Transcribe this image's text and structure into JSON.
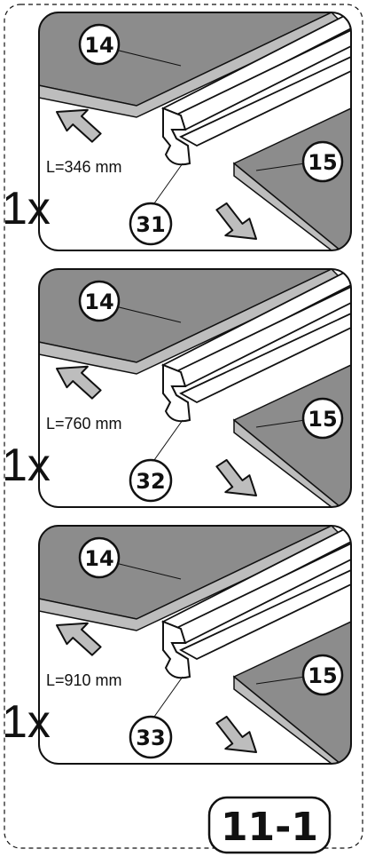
{
  "step": "11-1",
  "panels": [
    {
      "quantity": "1x",
      "length": "L=346 mm",
      "board_a": "14",
      "board_b": "15",
      "profile_part": "31"
    },
    {
      "quantity": "1x",
      "length": "L=760 mm",
      "board_a": "14",
      "board_b": "15",
      "profile_part": "32"
    },
    {
      "quantity": "1x",
      "length": "L=910 mm",
      "board_a": "14",
      "board_b": "15",
      "profile_part": "33"
    }
  ],
  "colors": {
    "board_face": "#8c8c8c",
    "board_edge": "#bdbdbd",
    "arrow_fill": "#bdbdbd",
    "outline": "#111111"
  }
}
